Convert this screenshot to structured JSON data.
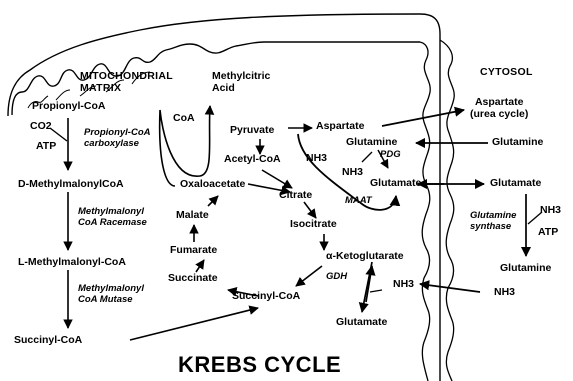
{
  "title": "KREBS CYCLE",
  "compartments": {
    "matrix": "MITOCHONDRIAL\nMATRIX",
    "cytosol": "CYTOSOL"
  },
  "nodes": {
    "propionyl_coa": "Propionyl-CoA",
    "co2": "CO2",
    "atp_left": "ATP",
    "d_methylmalonyl": "D-MethylmalonylCoA",
    "l_methylmalonyl": "L-Methylmalonyl-CoA",
    "succinyl_coa_left": "Succinyl-CoA",
    "coa": "CoA",
    "methylcitric_acid": "Methylcitric\nAcid",
    "pyruvate": "Pyruvate",
    "acetyl_coa": "Acetyl-CoA",
    "oxaloacetate": "Oxaloacetate",
    "citrate": "Citrate",
    "isocitrate": "Isocitrate",
    "alpha_kg": "α-Ketoglutarate",
    "succinyl_coa": "Succinyl-CoA",
    "succinate": "Succinate",
    "fumarate": "Fumarate",
    "malate": "Malate",
    "aspartate": "Aspartate",
    "aspartate_urea": "Aspartate\n(urea cycle)",
    "glutamine_mito": "Glutamine",
    "nh3_mito_top": "NH3",
    "nh3_mito_pdg": "NH3",
    "glutamate_mito": "Glutamate",
    "nh3_mito_low": "NH3",
    "glutamate_low": "Glutamate",
    "glutamine_cyto": "Glutamine",
    "glutamate_cyto": "Glutamate",
    "nh3_cyto_top": "NH3",
    "atp_right": "ATP",
    "glutamine_cyto_low": "Glutamine",
    "nh3_cyto_bottom": "NH3"
  },
  "enzymes": {
    "propionyl_carboxylase": "Propionyl-CoA\ncarboxylase",
    "racemase": "Methylmalonyl\nCoA Racemase",
    "mutase": "Methylmalonyl\nCoA Mutase",
    "pdg": "PDG",
    "maat": "MAAT",
    "gdh": "GDH",
    "glutamine_synthase": "Glutamine\nsynthase"
  }
}
